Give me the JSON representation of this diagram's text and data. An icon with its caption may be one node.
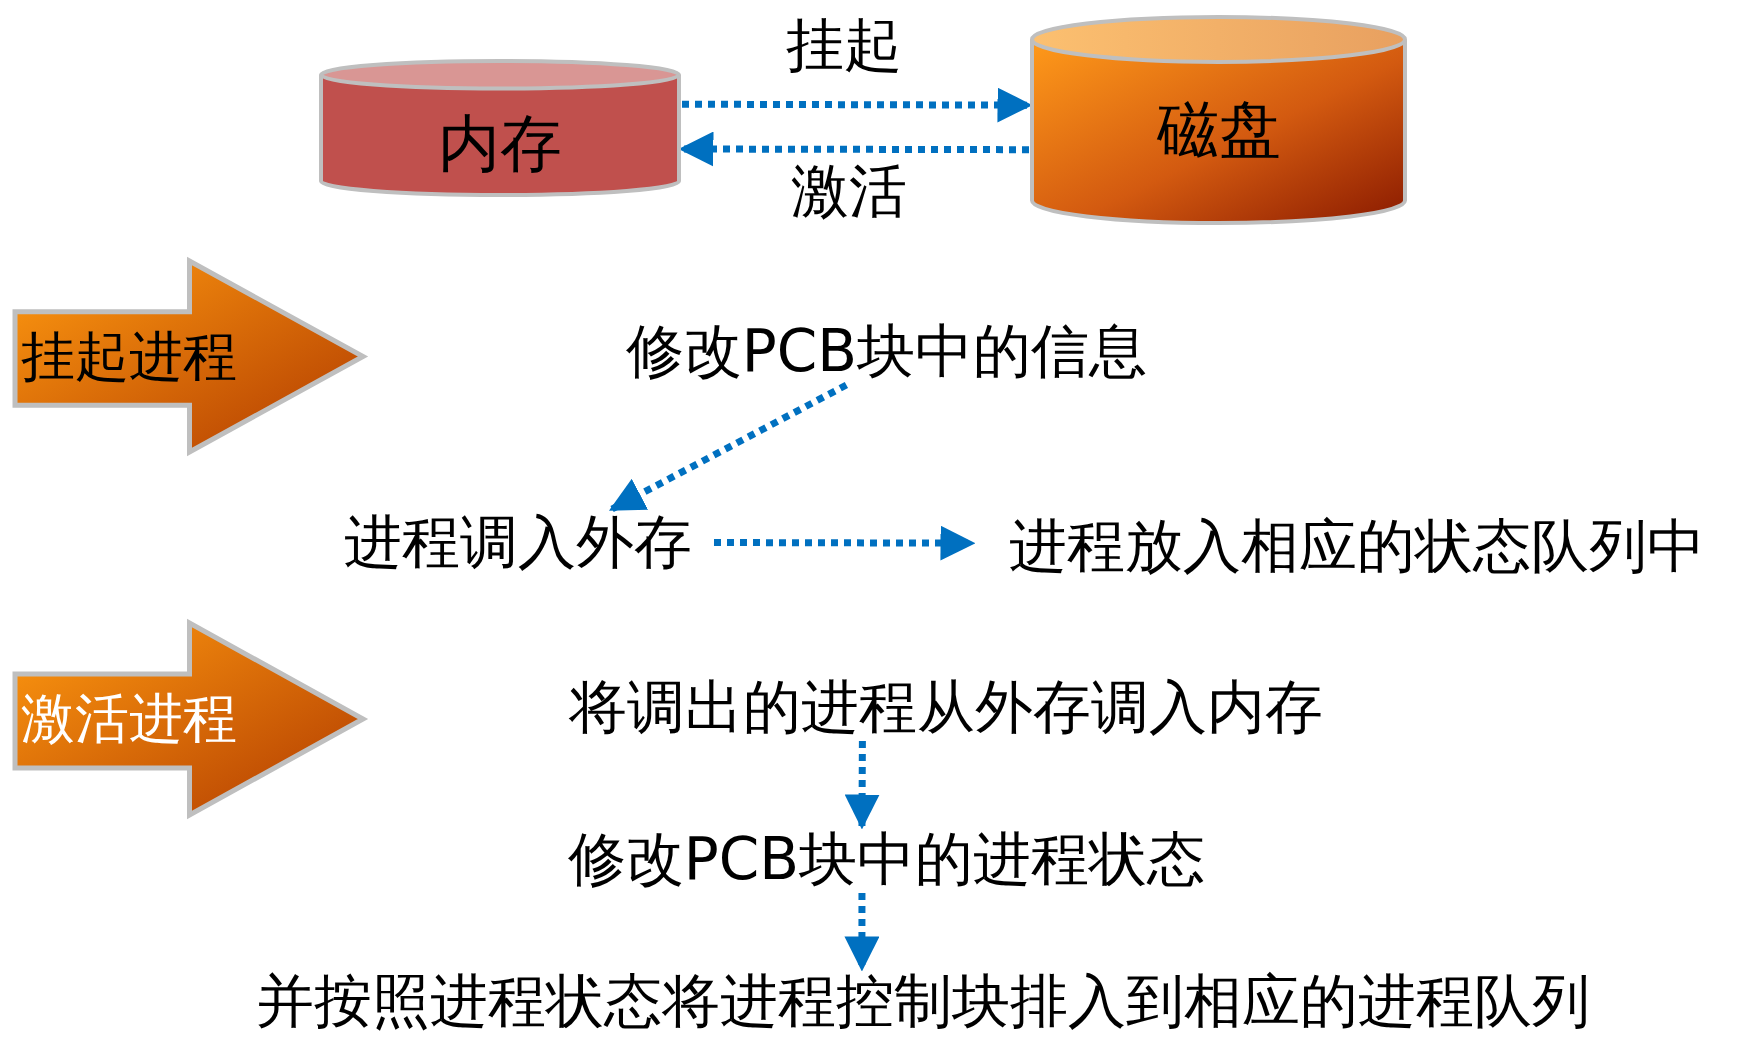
{
  "diagram": {
    "nodes": [
      {
        "text": [
          "内存"
        ]
      },
      {
        "text": [
          "磁盘"
        ]
      },
      {
        "text": [
          "挂起进程"
        ]
      },
      {
        "text": [
          "修改PCB块中的信息"
        ]
      },
      {
        "text": [
          "进程调入外存"
        ]
      },
      {
        "text": [
          "进程放入相应的状态队列中"
        ]
      },
      {
        "text": [
          "激活进程"
        ]
      },
      {
        "text": [
          "将调出的进程从外存调入内存"
        ]
      },
      {
        "text": [
          "修改PCB块中的进程状态"
        ]
      },
      {
        "text": [
          "并按照进程状态将进程控制块排入到相应的进程队列"
        ]
      }
    ],
    "edges": [
      {
        "from": 0,
        "to": 1,
        "arrow": "to",
        "label": "挂起",
        "style": "dashed"
      },
      {
        "from": 1,
        "to": 0,
        "arrow": "to",
        "label": "激活",
        "style": "dashed"
      },
      {
        "from": 3,
        "to": 4,
        "arrow": "to",
        "style": "dashed"
      },
      {
        "from": 4,
        "to": 5,
        "arrow": "to",
        "style": "dashed"
      },
      {
        "from": 7,
        "to": 8,
        "arrow": "to",
        "style": "dashed"
      },
      {
        "from": 8,
        "to": 9,
        "arrow": "to",
        "style": "dashed"
      }
    ]
  }
}
